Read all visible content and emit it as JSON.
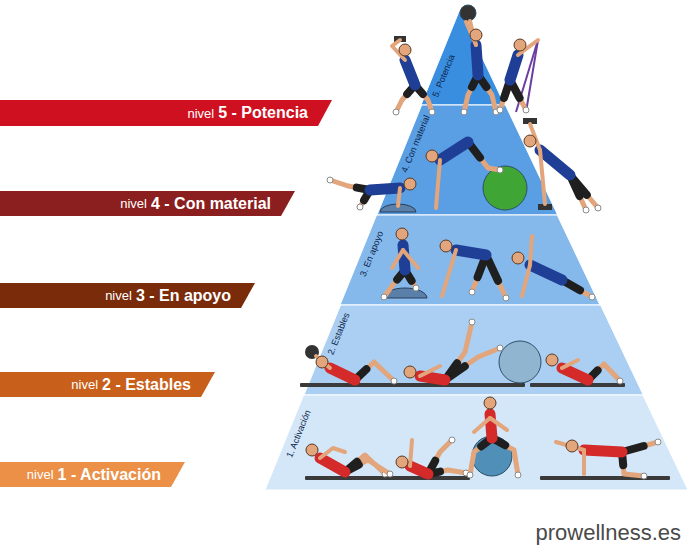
{
  "diagram": {
    "nodes": [
      {
        "text": [
          "nivel",
          "5 - Potencia"
        ]
      },
      {
        "text": [
          "nivel",
          "4 - Con material"
        ]
      },
      {
        "text": [
          "nivel",
          "3 - En apoyo"
        ]
      },
      {
        "text": [
          "nivel",
          "2 - Estables"
        ]
      },
      {
        "text": [
          "nivel",
          "1 - Activación"
        ]
      },
      {
        "text": [
          "5. Potencia"
        ]
      },
      {
        "text": [
          "4. Con material"
        ]
      },
      {
        "text": [
          "3. En apoyo"
        ]
      },
      {
        "text": [
          "2. Estables"
        ]
      },
      {
        "text": [
          "1. Activación"
        ]
      }
    ],
    "labels": [
      "prowellness.es"
    ]
  }
}
